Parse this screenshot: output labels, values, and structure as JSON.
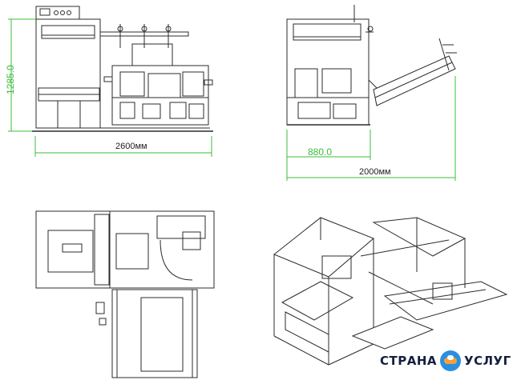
{
  "dimensions": {
    "front_width": "2600мм",
    "front_height": "1285.0",
    "side_depth": "880.0",
    "side_total": "2000мм"
  },
  "watermark": {
    "left_text": "СТРАНА",
    "right_text": "УСЛУГ"
  },
  "colors": {
    "dimension_line": "#3bbd3b",
    "drawing_line": "#2b2b2b"
  }
}
